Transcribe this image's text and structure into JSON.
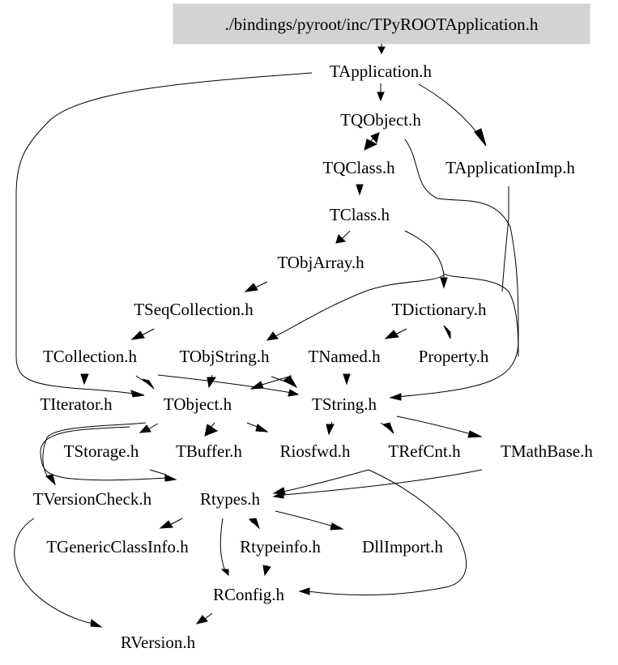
{
  "root": {
    "label": "./bindings/pyroot/inc/TPyROOTApplication.h",
    "fill": "#d3d3d3"
  },
  "nodes": {
    "tapplication": "TApplication.h",
    "tqobject": "TQObject.h",
    "tqclass": "TQClass.h",
    "tapplicationimp": "TApplicationImp.h",
    "tclass": "TClass.h",
    "tobjarray": "TObjArray.h",
    "tseqcollection": "TSeqCollection.h",
    "tdictionary": "TDictionary.h",
    "tcollection": "TCollection.h",
    "tobjstring": "TObjString.h",
    "tnamed": "TNamed.h",
    "property": "Property.h",
    "titerator": "TIterator.h",
    "tobject": "TObject.h",
    "tstring": "TString.h",
    "tstorage": "TStorage.h",
    "tbuffer": "TBuffer.h",
    "riosfwd": "Riosfwd.h",
    "trefcnt": "TRefCnt.h",
    "tmathbase": "TMathBase.h",
    "tversioncheck": "TVersionCheck.h",
    "rtypes": "Rtypes.h",
    "tgenericclassinfo": "TGenericClassInfo.h",
    "rtypeinfo": "Rtypeinfo.h",
    "dllimport": "DllImport.h",
    "rconfig": "RConfig.h",
    "rversion": "RVersion.h"
  }
}
